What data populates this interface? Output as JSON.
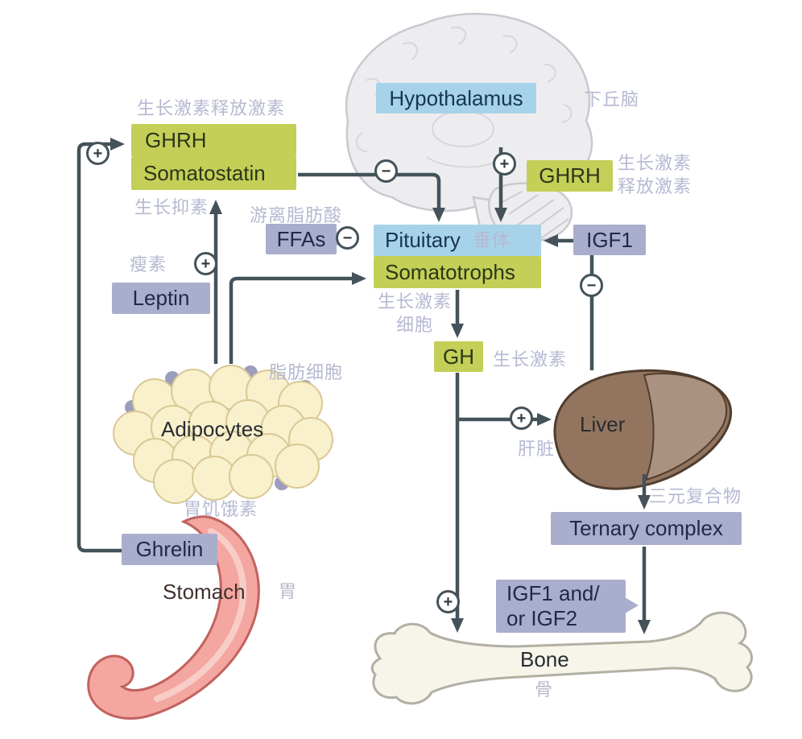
{
  "labels": {
    "hypothalamus": {
      "en": "Hypothalamus",
      "zh": "下丘脑"
    },
    "ghrh_left": {
      "en": "GHRH",
      "zh": "生长激素释放激素"
    },
    "somatostatin": {
      "en": "Somatostatin",
      "zh": "生长抑素"
    },
    "ffas": {
      "en": "FFAs",
      "zh": "游离脂肪酸"
    },
    "pituitary": {
      "en": "Pituitary",
      "zh": "垂体"
    },
    "somatotrophs": {
      "en": "Somatotrophs",
      "zh1": "生长激素",
      "zh2": "细胞"
    },
    "ghrh_right": {
      "en": "GHRH",
      "zh1": "生长激素",
      "zh2": "释放激素"
    },
    "igf1": {
      "en": "IGF1"
    },
    "gh": {
      "en": "GH",
      "zh": "生长激素"
    },
    "liver": {
      "en": "Liver",
      "zh": "肝脏"
    },
    "ternary_complex": {
      "en": "Ternary complex",
      "zh": "三元复合物"
    },
    "igf1_igf2": {
      "line1": "IGF1 and/",
      "line2": "or IGF2"
    },
    "bone": {
      "en": "Bone",
      "zh": "骨"
    },
    "adipocytes": {
      "en": "Adipocytes",
      "zh": "脂肪细胞"
    },
    "leptin": {
      "en": "Leptin",
      "zh": "瘦素"
    },
    "ghrelin": {
      "en": "Ghrelin",
      "zh": "胃饥饿素"
    },
    "stomach": {
      "en": "Stomach",
      "zh": "胃"
    }
  },
  "signs": {
    "ghrelin_to_ghrh": "+",
    "somatostatin_to_pituitary": "−",
    "ghrh_to_pituitary": "+",
    "leptin_to_hypothalamus": "+",
    "ffas_inhibit": "−",
    "igf1_feedback": "−",
    "gh_to_liver": "+",
    "gh_to_bone": "+"
  },
  "colors": {
    "hormone_box_green": "#c3cf57",
    "anatomy_box_blue": "#a6d3e9",
    "molecule_box_purple": "#a9aecd",
    "arrow": "#44525a",
    "chinese_annotation": "#b6b9d2"
  }
}
